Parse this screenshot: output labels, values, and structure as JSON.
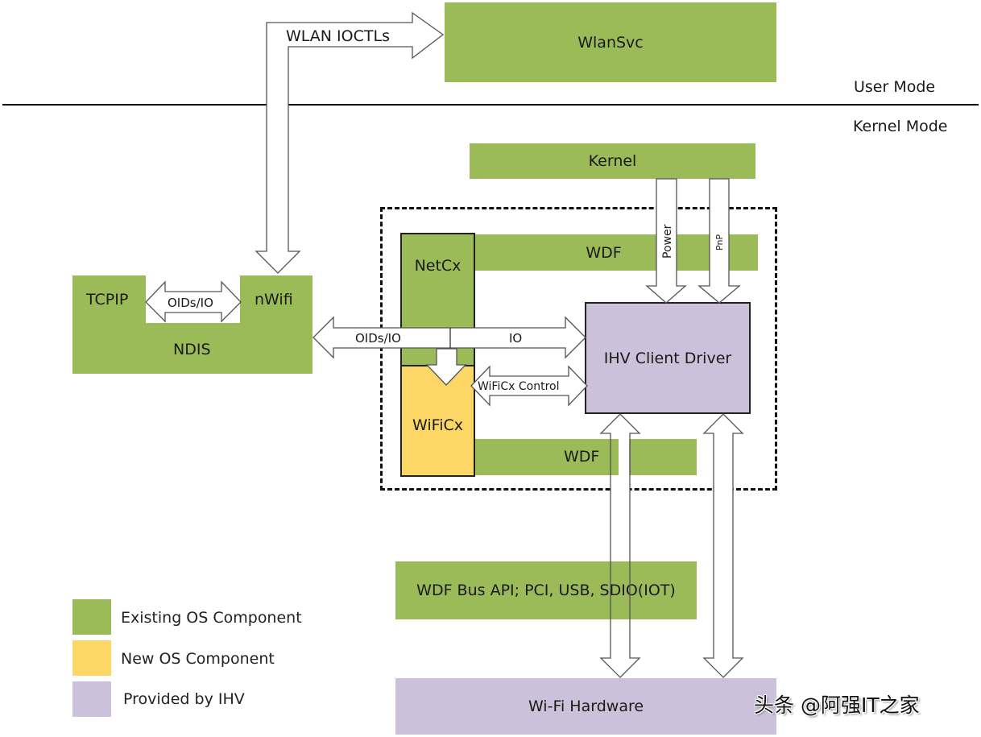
{
  "colors": {
    "existing_os": "#9bbb59",
    "new_os": "#fcd766",
    "ihv": "#ccc1da"
  },
  "modes": {
    "user": "User Mode",
    "kernel": "Kernel Mode"
  },
  "components": {
    "wlansvc": "WlanSvc",
    "kernel": "Kernel",
    "wdf_top": "WDF",
    "netcx": "NetCx",
    "tcpip": "TCPIP",
    "nwifi": "nWifi",
    "ndis": "NDIS",
    "wificx": "WiFiCx",
    "ihv_driver": "IHV Client Driver",
    "wdf_bottom": "WDF",
    "bus_api": "WDF Bus API; PCI, USB, SDIO(IOT)",
    "hardware": "Wi-Fi Hardware"
  },
  "arrows": {
    "wlan_ioctls": "WLAN IOCTLs",
    "tcpip_nwifi": "OIDs/IO",
    "ndis_netcx": "OIDs/IO",
    "netcx_ihv": "IO",
    "wificx_control": "WiFiCx Control",
    "power": "Power",
    "pnp": "PnP"
  },
  "legend": [
    {
      "label": "Existing OS Component",
      "color": "#9bbb59"
    },
    {
      "label": "New OS Component",
      "color": "#fcd766"
    },
    {
      "label": "Provided by IHV",
      "color": "#ccc1da"
    }
  ],
  "watermark": "头条 @阿强IT之家"
}
